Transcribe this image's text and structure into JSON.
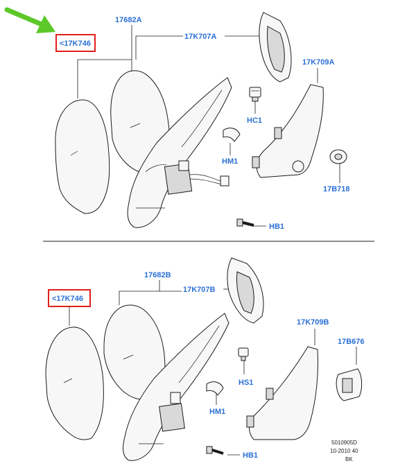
{
  "upper": {
    "callout_highlight": "<17K746",
    "label_glass_housing": "17682A",
    "label_cover": "17K707A",
    "label_base": "17K709A",
    "label_hc1": "HC1",
    "label_hm1": "HM1",
    "label_bulb": "17B718",
    "label_hb1": "HB1"
  },
  "lower": {
    "callout_highlight": "<17K746",
    "label_glass_housing": "17682B",
    "label_cover": "17K707B",
    "label_base": "17K709B",
    "label_clip": "17B676",
    "label_hs1": "HS1",
    "label_hm1": "HM1",
    "label_hb1": "HB1"
  },
  "footer": {
    "line1": "5010905D",
    "line2": "10-2010 40",
    "line3": "BK"
  },
  "colors": {
    "label_blue": "#2a6fd6",
    "highlight_red": "#e0201b",
    "arrow_green": "#5cc82a"
  },
  "icons": {
    "pointer": "green-arrow-icon"
  }
}
